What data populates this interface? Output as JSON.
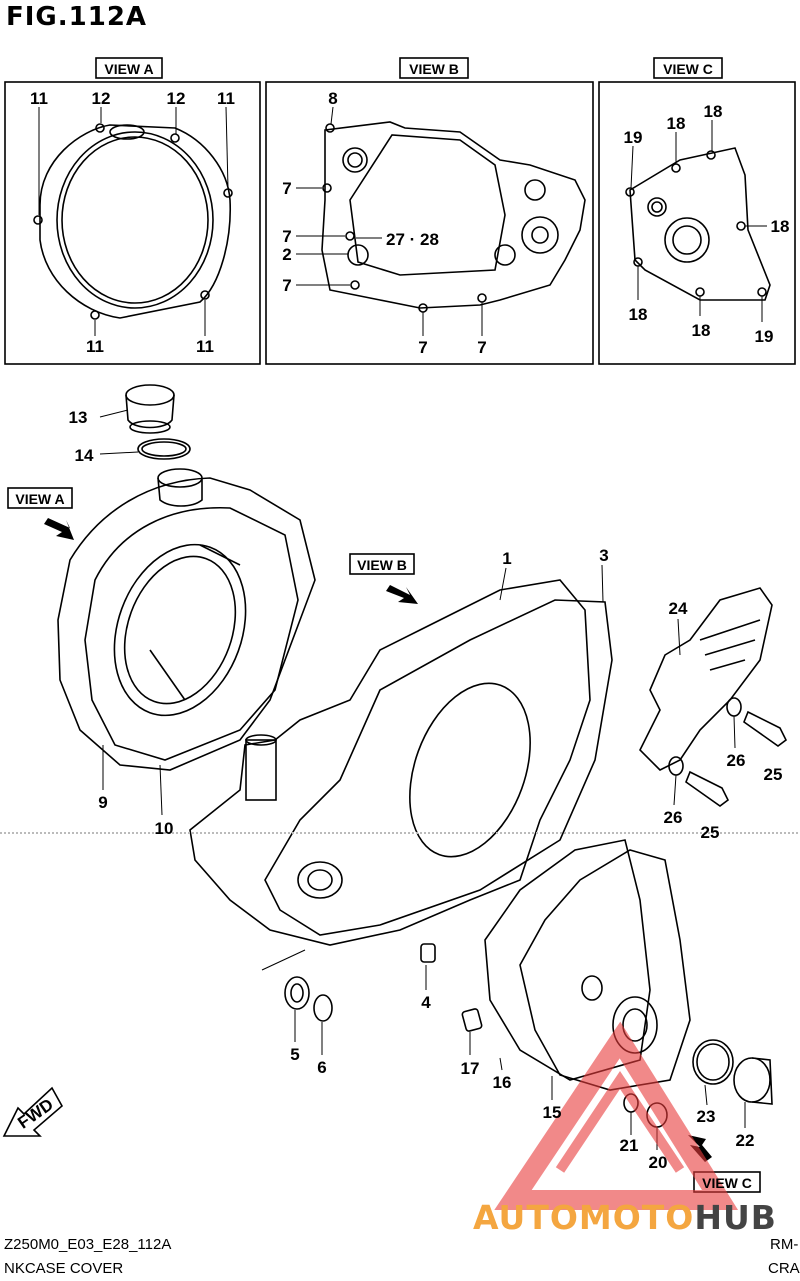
{
  "figure": {
    "title": "FIG.112A"
  },
  "views": {
    "a": "VIEW A",
    "b": "VIEW B",
    "c": "VIEW C"
  },
  "callouts": {
    "va_11_a": "11",
    "va_12_a": "12",
    "va_12_b": "12",
    "va_11_b": "11",
    "va_11_c": "11",
    "va_11_d": "11",
    "vb_8": "8",
    "vb_7_a": "7",
    "vb_7_b": "7",
    "vb_2": "2",
    "vb_27_28": "27 · 28",
    "vb_7_c": "7",
    "vb_7_d": "7",
    "vb_7_e": "7",
    "vc_19_a": "19",
    "vc_18_a": "18",
    "vc_18_b": "18",
    "vc_18_c": "18",
    "vc_18_d": "18",
    "vc_18_e": "18",
    "vc_19_b": "19",
    "p13": "13",
    "p14": "14",
    "p1": "1",
    "p3": "3",
    "p24": "24",
    "p26_a": "26",
    "p25_a": "25",
    "p26_b": "26",
    "p25_b": "25",
    "p9": "9",
    "p10": "10",
    "p4": "4",
    "p5": "5",
    "p6": "6",
    "p17": "17",
    "p16": "16",
    "p15": "15",
    "p21": "21",
    "p20": "20",
    "p23": "23",
    "p22": "22"
  },
  "fwd": "FWD",
  "footer": {
    "code": "Z250M0_E03_E28_112A",
    "model": "RM-",
    "name": "NKCASE COVER",
    "name_right": "CRA"
  },
  "watermark": {
    "part1": "AUTOMOTO",
    "part2": "HUB"
  },
  "colors": {
    "ink": "#000000",
    "watermark_red": "#e83c3c",
    "watermark_orange": "#f4a640"
  }
}
